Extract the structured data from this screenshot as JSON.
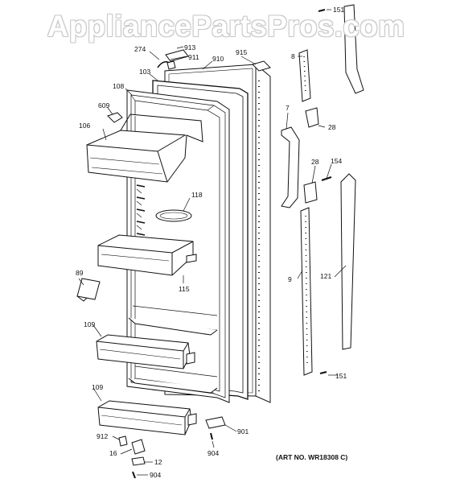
{
  "watermark": "AppliancePartsPros.com",
  "art_number": "(ART NO. WR18308 C)",
  "callouts": {
    "c151a": "151",
    "c913": "913",
    "c274": "274",
    "c911": "911",
    "c910": "910",
    "c915": "915",
    "c8": "8",
    "c103": "103",
    "c108": "108",
    "c609": "609",
    "c106": "106",
    "c7": "7",
    "c28a": "28",
    "c28b": "28",
    "c154": "154",
    "c118": "118",
    "c89": "89",
    "c115": "115",
    "c9": "9",
    "c121": "121",
    "c109a": "109",
    "c109b": "109",
    "c151b": "151",
    "c901": "901",
    "c904a": "904",
    "c912": "912",
    "c16": "16",
    "c12": "12",
    "c904b": "904"
  }
}
